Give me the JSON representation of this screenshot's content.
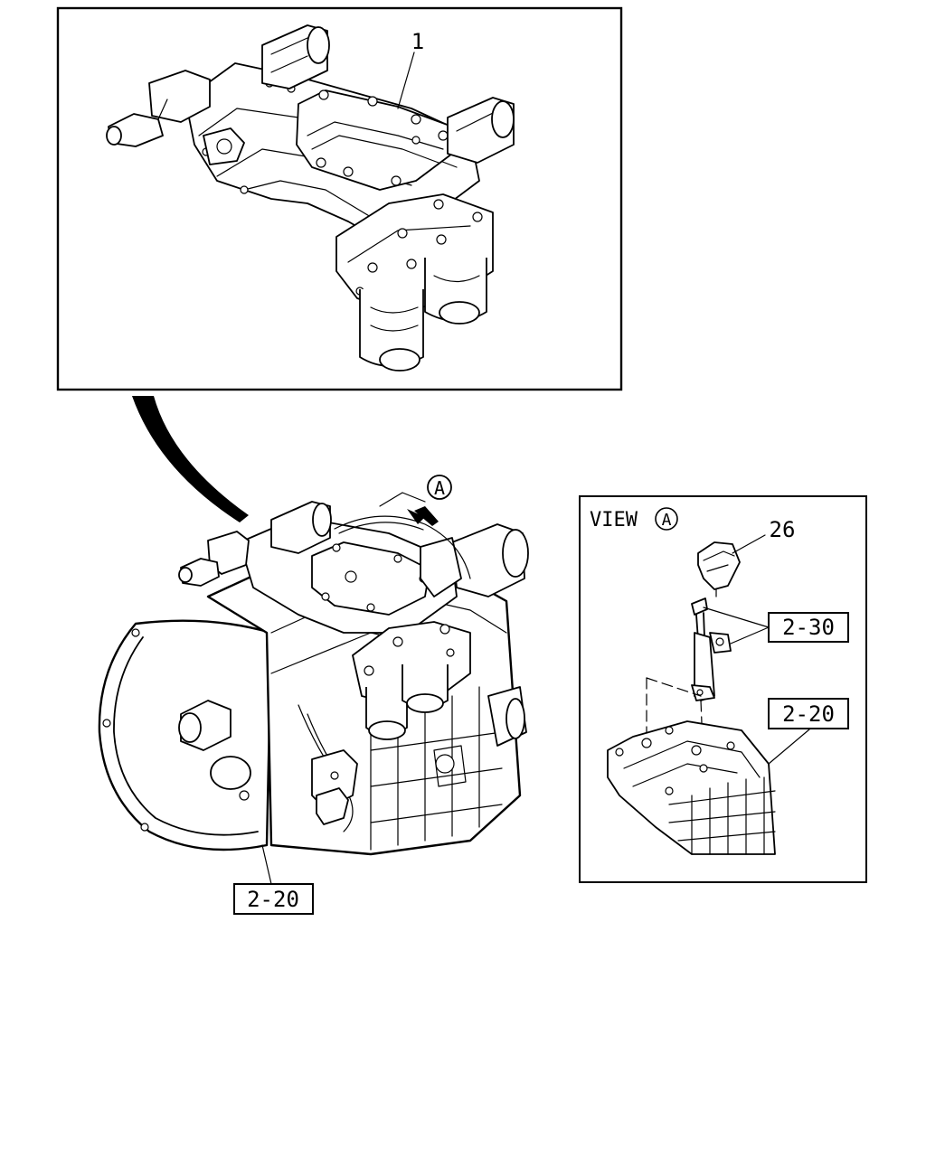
{
  "labels": {
    "part_1": "1",
    "part_26": "26",
    "ref_2_30": "2-30",
    "ref_2_20_view": "2-20",
    "ref_2_20_main": "2-20",
    "view_prefix": "VIEW",
    "view_letter": "A",
    "callout_letter": "A"
  }
}
